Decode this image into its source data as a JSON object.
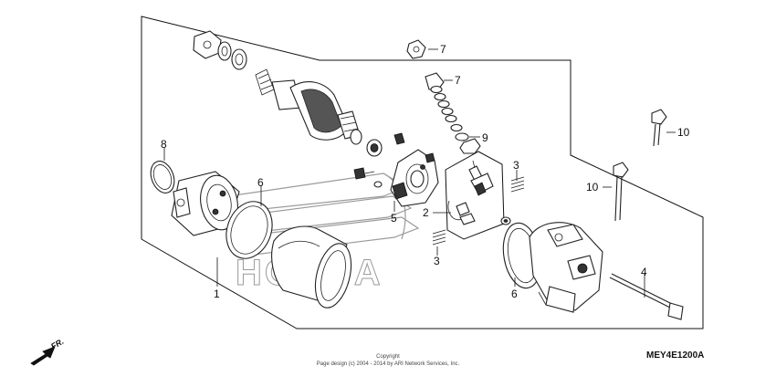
{
  "callouts": {
    "c1": "1",
    "c2": "2",
    "c3a": "3",
    "c3b": "3",
    "c4": "4",
    "c5": "5",
    "c6a": "6",
    "c6b": "6",
    "c7a": "7",
    "c7b": "7",
    "c8": "8",
    "c9": "9",
    "c10a": "10",
    "c10b": "10"
  },
  "watermark": {
    "brand": "HONDA"
  },
  "copyright": {
    "line1": "Copyright",
    "line2": "Page design (c) 2004 - 2014 by ARI Network Services, Inc."
  },
  "diagram_code": "MEY4E1200A",
  "direction": {
    "label": "FR."
  }
}
